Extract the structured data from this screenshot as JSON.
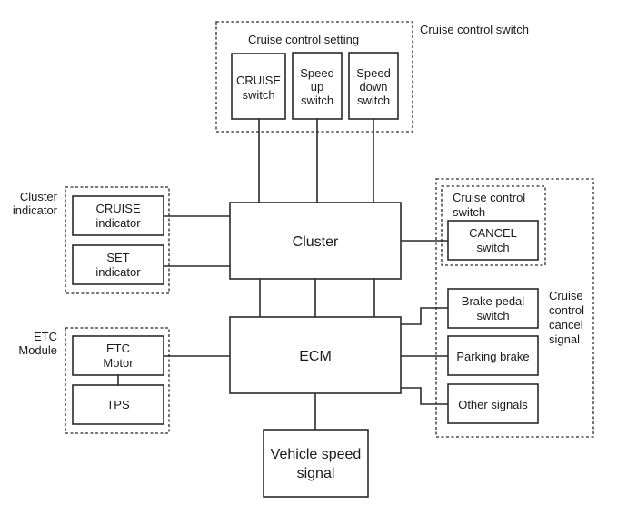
{
  "diagram": {
    "groups": {
      "cruise_control_switch_top": {
        "label": "Cruise control switch",
        "sublabel": "Cruise control setting"
      },
      "cluster_indicator": {
        "label_line1": "Cluster",
        "label_line2": "indicator"
      },
      "etc_module": {
        "label_line1": "ETC",
        "label_line2": "Module"
      },
      "cruise_cancel_signal": {
        "label_line1": "Cruise",
        "label_line2": "control",
        "label_line3": "cancel",
        "label_line4": "signal"
      },
      "cruise_control_switch_right": {
        "label_line1": "Cruise control",
        "label_line2": "switch"
      }
    },
    "nodes": {
      "cruise_switch": {
        "line1": "CRUISE",
        "line2": "switch"
      },
      "speed_up_switch": {
        "line1": "Speed",
        "line2": "up",
        "line3": "switch"
      },
      "speed_down_switch": {
        "line1": "Speed",
        "line2": "down",
        "line3": "switch"
      },
      "cluster": {
        "label": "Cluster"
      },
      "ecm": {
        "label": "ECM"
      },
      "cruise_indicator": {
        "line1": "CRUISE",
        "line2": "indicator"
      },
      "set_indicator": {
        "line1": "SET",
        "line2": "indicator"
      },
      "etc_motor": {
        "line1": "ETC",
        "line2": "Motor"
      },
      "tps": {
        "label": "TPS"
      },
      "cancel_switch": {
        "line1": "CANCEL",
        "line2": "switch"
      },
      "brake_pedal_switch": {
        "line1": "Brake pedal",
        "line2": "switch"
      },
      "parking_brake": {
        "label": "Parking brake"
      },
      "other_signals": {
        "label": "Other signals"
      },
      "vehicle_speed_signal": {
        "line1": "Vehicle speed",
        "line2": "signal"
      }
    },
    "edges": [
      [
        "cruise_switch",
        "cluster"
      ],
      [
        "speed_up_switch",
        "cluster"
      ],
      [
        "speed_down_switch",
        "cluster"
      ],
      [
        "cruise_indicator",
        "cluster"
      ],
      [
        "set_indicator",
        "cluster"
      ],
      [
        "cancel_switch",
        "cluster"
      ],
      [
        "cluster",
        "ecm"
      ],
      [
        "cluster",
        "ecm"
      ],
      [
        "cluster",
        "ecm"
      ],
      [
        "etc_motor",
        "ecm"
      ],
      [
        "etc_motor",
        "tps"
      ],
      [
        "brake_pedal_switch",
        "ecm"
      ],
      [
        "parking_brake",
        "ecm"
      ],
      [
        "other_signals",
        "ecm"
      ],
      [
        "ecm",
        "vehicle_speed_signal"
      ]
    ]
  }
}
